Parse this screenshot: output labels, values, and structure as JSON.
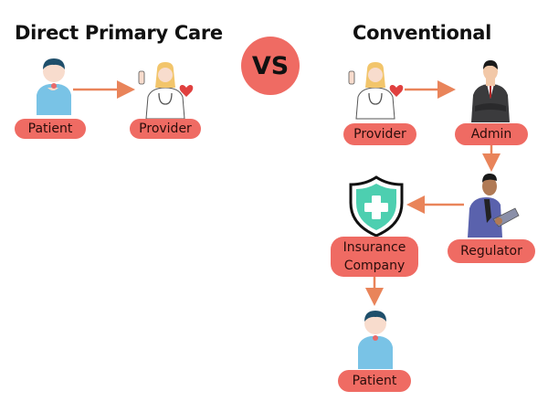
{
  "left": {
    "title": "Direct Primary Care",
    "nodes": [
      "Patient",
      "Provider"
    ]
  },
  "vs_label": "VS",
  "right": {
    "title": "Conventional",
    "nodes": {
      "provider": "Provider",
      "admin": "Admin",
      "regulator": "Regulator",
      "insurance": "Insurance Company",
      "patient": "Patient"
    }
  },
  "colors": {
    "pill": "#ef6b63",
    "arrow": "#e9845a",
    "shield": "#4dcfb0"
  }
}
